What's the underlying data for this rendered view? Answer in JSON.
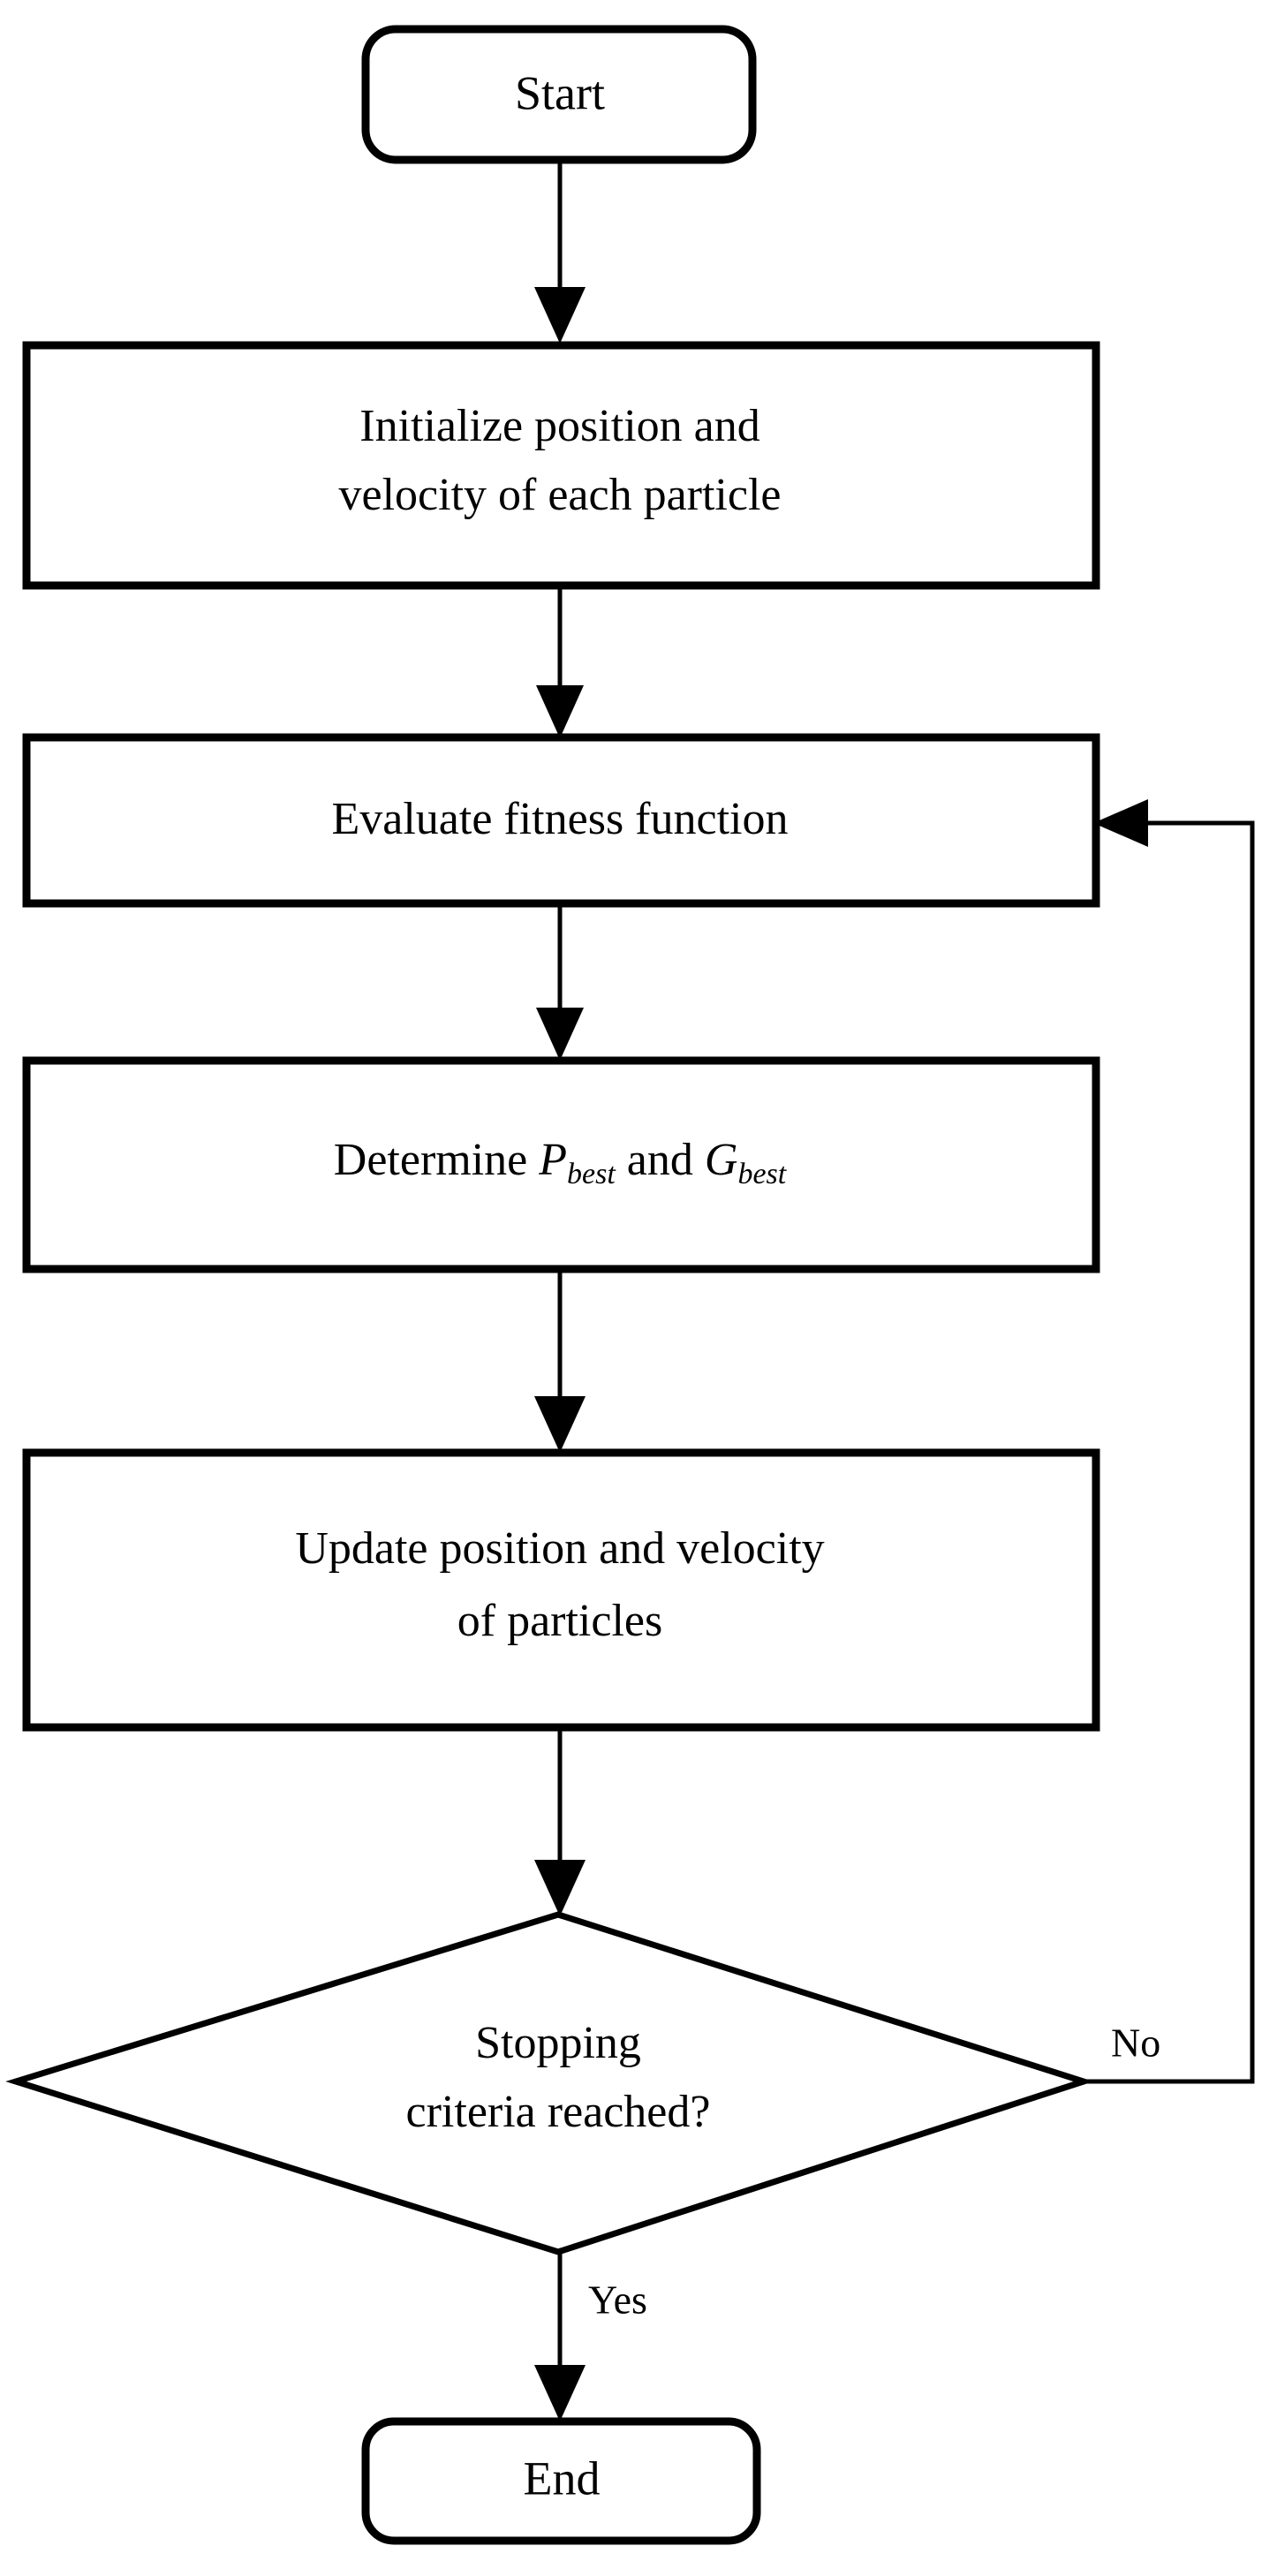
{
  "diagram": {
    "title": "PSO algorithm flowchart",
    "type": "flowchart",
    "background_color": "#ffffff",
    "stroke_color": "#000000",
    "fill_color": "#ffffff"
  },
  "nodes": {
    "start": {
      "shape": "terminator",
      "label": "Start"
    },
    "initialize": {
      "shape": "process",
      "line1": "Initialize position and",
      "line2": "velocity of each particle"
    },
    "evaluate": {
      "shape": "process",
      "line1": "Evaluate fitness function"
    },
    "determine": {
      "shape": "process",
      "prefix": "Determine ",
      "var1": "P",
      "var1_sub": "best",
      "middle": " and ",
      "var2": "G",
      "var2_sub": "best"
    },
    "update": {
      "shape": "process",
      "line1": "Update position and velocity",
      "line2": "of particles"
    },
    "decision": {
      "shape": "decision",
      "line1": "Stopping",
      "line2": "criteria reached?"
    },
    "end": {
      "shape": "terminator",
      "label": "End"
    }
  },
  "edges": {
    "no_label": "No",
    "yes_label": "Yes"
  }
}
